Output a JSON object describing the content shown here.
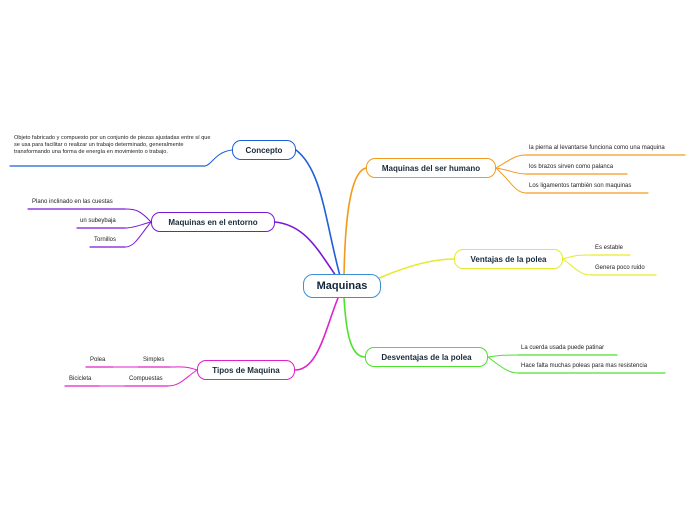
{
  "central": {
    "label": "Maquinas",
    "color": "#3a8fd6"
  },
  "branches": {
    "concepto": {
      "label": "Concepto",
      "color": "#1f5fd8",
      "text": "Objeto fabricado y compuesto por un conjunto de piezas ajustadas entre sí que se usa para facilitar o realizar un trabajo determinado, generalmente transformando una forma de energía en movimiento o trabajo."
    },
    "entorno": {
      "label": "Maquinas en el entorno",
      "color": "#7a18d6",
      "children": [
        "Plano inclinado en las cuestas",
        "un subeybaja",
        "Tornillos"
      ]
    },
    "tipos": {
      "label": "Tipos de Maquina",
      "color": "#e020c8",
      "children": [
        {
          "label": "Simples",
          "child": "Polea"
        },
        {
          "label": "Compuestas",
          "child": "Bicicleta"
        }
      ]
    },
    "ser_humano": {
      "label": "Maquinas del ser humano",
      "color": "#f39a1c",
      "children": [
        "la pierna al levantarse funciona como una maquina",
        "los brazos sirven como palanca",
        "Los ligamentos también son maquinas"
      ]
    },
    "ventajas": {
      "label": "Ventajas de la polea",
      "color": "#e6ea2c",
      "children": [
        "Es estable",
        "Genera poco ruido"
      ]
    },
    "desventajas": {
      "label": "Desventajas de la polea",
      "color": "#4ee22e",
      "children": [
        "La cuerda usada puede patinar",
        "Hace falta muchas poleas para mas resistencia"
      ]
    }
  }
}
